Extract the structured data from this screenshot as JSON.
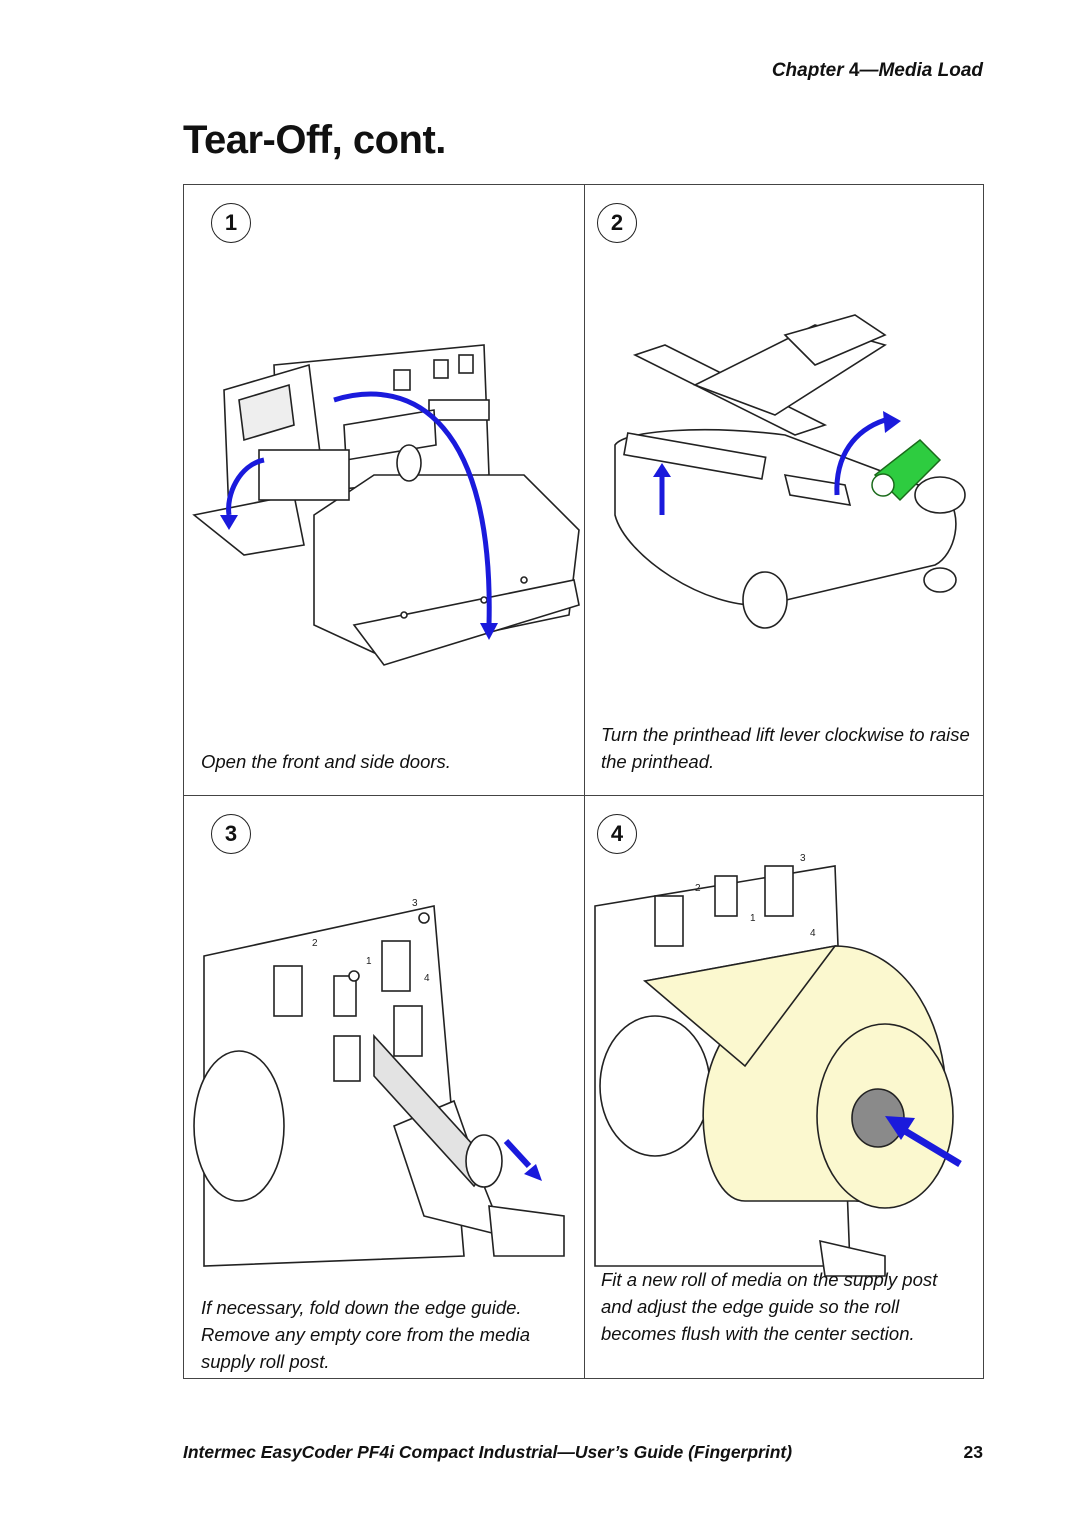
{
  "header": {
    "chapter_prefix": "Chapter ",
    "chapter_number": "4",
    "chapter_title": "—Media Load"
  },
  "page_title": "Tear-Off, cont.",
  "steps": [
    {
      "number": "1",
      "caption": "Open the front and side doors."
    },
    {
      "number": "2",
      "caption": "Turn the printhead lift lever clockwise to raise the printhead."
    },
    {
      "number": "3",
      "caption": "If necessary, fold down the edge guide. Remove any empty core from the media supply roll post."
    },
    {
      "number": "4",
      "caption": "Fit a new roll of media on the supply post and adjust the edge guide so the roll becomes flush with the center section."
    }
  ],
  "figure_labels": {
    "slot_2": "2",
    "slot_1": "1",
    "slot_3": "3",
    "slot_4": "4"
  },
  "colors": {
    "arrow_blue": "#1a1adc",
    "lever_green": "#2ecc40",
    "media_yellow": "#fbf8cf",
    "core_grey": "#8a8a8a"
  },
  "footer": {
    "text": "Intermec EasyCoder PF4i Compact Industrial—User’s Guide (Fingerprint)",
    "page_number": "23"
  }
}
